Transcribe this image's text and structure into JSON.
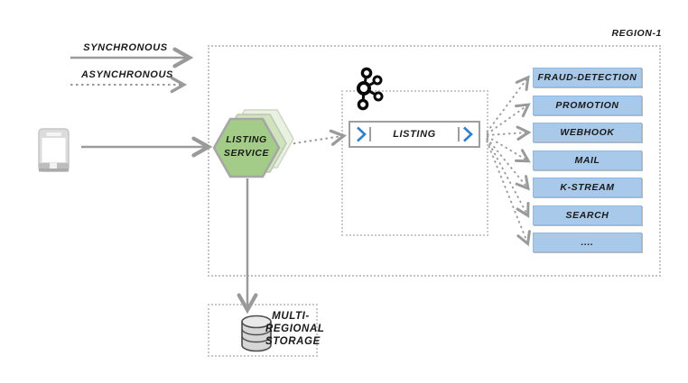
{
  "legend": {
    "synchronous_label": "SYNCHRONOUS",
    "asynchronous_label": "ASYNCHRONOUS"
  },
  "region": {
    "label": "REGION-1"
  },
  "listing_service": {
    "label": "LISTING SERVICE"
  },
  "kafka": {
    "topic_label": "LISTING"
  },
  "consumers": {
    "items": [
      "FRAUD-DETECTION",
      "PROMOTION",
      "WEBHOOK",
      "MAIL",
      "K-STREAM",
      "SEARCH",
      "...."
    ]
  },
  "storage": {
    "lines": [
      "MULTI-",
      "REGIONAL",
      "STORAGE"
    ]
  },
  "icons": {
    "client": "smartphone-icon",
    "broker": "kafka-icon",
    "storage": "database-cylinder-icon",
    "topic_ends": "chevron-right-icon"
  },
  "colors": {
    "hex_front": "#a2cc88",
    "hex_mid": "#cfe3bd",
    "hex_back": "#e9f2e0",
    "consumer_fill": "#a9c9ea",
    "consumer_border": "#93bade",
    "chevron_blue": "#2e7fd0",
    "arrow_gray": "#9a9a9a"
  }
}
